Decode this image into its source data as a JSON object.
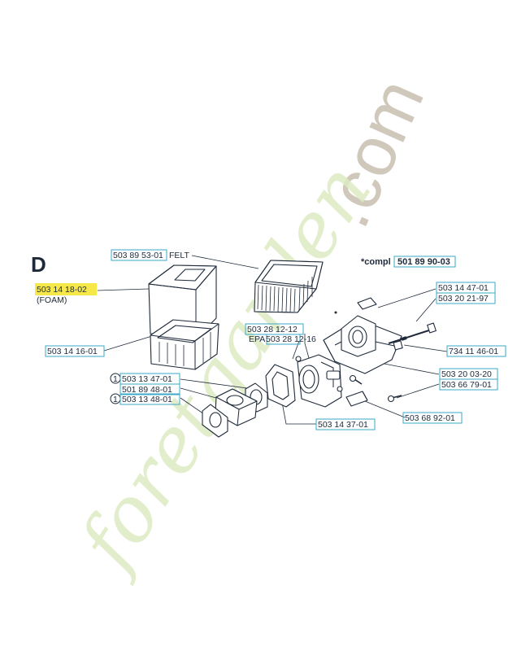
{
  "section_letter": "D",
  "compl_label": "*compl",
  "compl_number": "501 89 90-03",
  "highlight_color": "#f7e84a",
  "box_color": "#3aa8c8",
  "watermarks": {
    "domain": ".com",
    "brand": "foretgarden"
  },
  "parts": {
    "felt_number": "503 89 53-01",
    "felt_word": "FELT",
    "foam_number": "503 14 18-02",
    "foam_word": "(FOAM)",
    "p_501614": "503 14 16-01",
    "p_50328": "503 28 12-12",
    "epa_prefix": "EPA",
    "epa_number": "503 28 12-16",
    "p_5031447": "503 14 47-01",
    "p_5032021": "503 20 21-97",
    "p_7341146": "734 11 46-01",
    "p_5032003": "503 20 03-20",
    "p_5036679": "503 66 79-01",
    "p_5036892": "503 68 92-01",
    "p_5031437": "503 14 37-01",
    "p_5031347": "503 13 47-01",
    "p_5018948": "501 89 48-01",
    "p_5031348": "503 13 48-01",
    "qty_1": "1",
    "qty_2": "1"
  }
}
